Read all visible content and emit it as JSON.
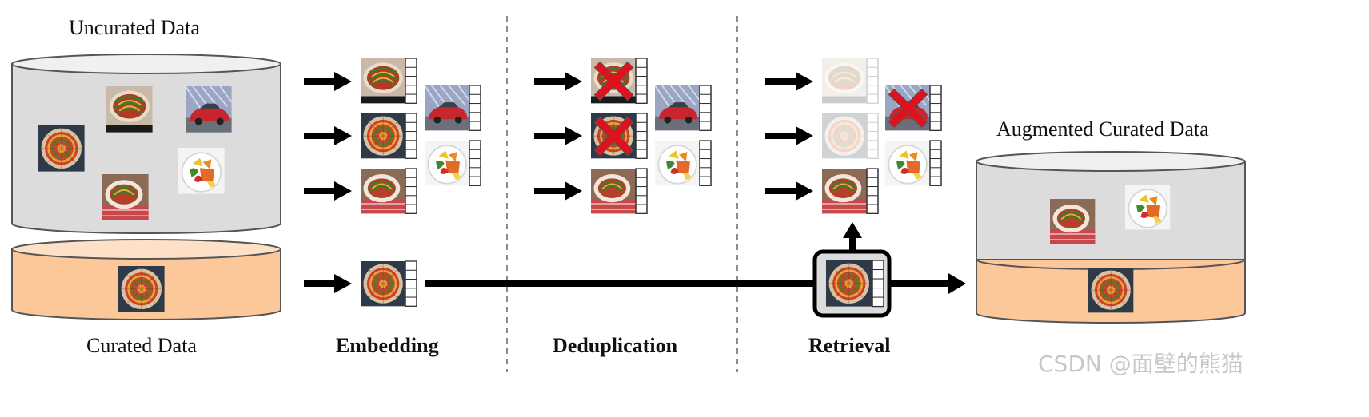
{
  "labels": {
    "uncurated": "Uncurated Data",
    "curated": "Curated Data",
    "augmented": "Augmented Curated Data"
  },
  "stages": {
    "embedding": "Embedding",
    "deduplication": "Deduplication",
    "retrieval": "Retrieval"
  },
  "watermark": "CSDN @面壁的熊猫",
  "icons": {
    "ratatouille_spiral": "ratatouille-spiral-image-icon",
    "ratatouille_round": "ratatouille-round-image-icon",
    "ratatouille_dish": "ratatouille-dish-image-icon",
    "car": "sports-car-image-icon",
    "salad": "salad-plate-image-icon",
    "cross": "red-cross-icon",
    "embedding": "embedding-vector-icon",
    "arrow": "arrow-right-icon",
    "cylinder": "database-cylinder-icon"
  },
  "colors": {
    "uncurated_fill": "#dcdcdc",
    "curated_fill": "#fcc89a",
    "cross_red": "#e0101c",
    "line": "#000000",
    "divider": "#666666"
  }
}
